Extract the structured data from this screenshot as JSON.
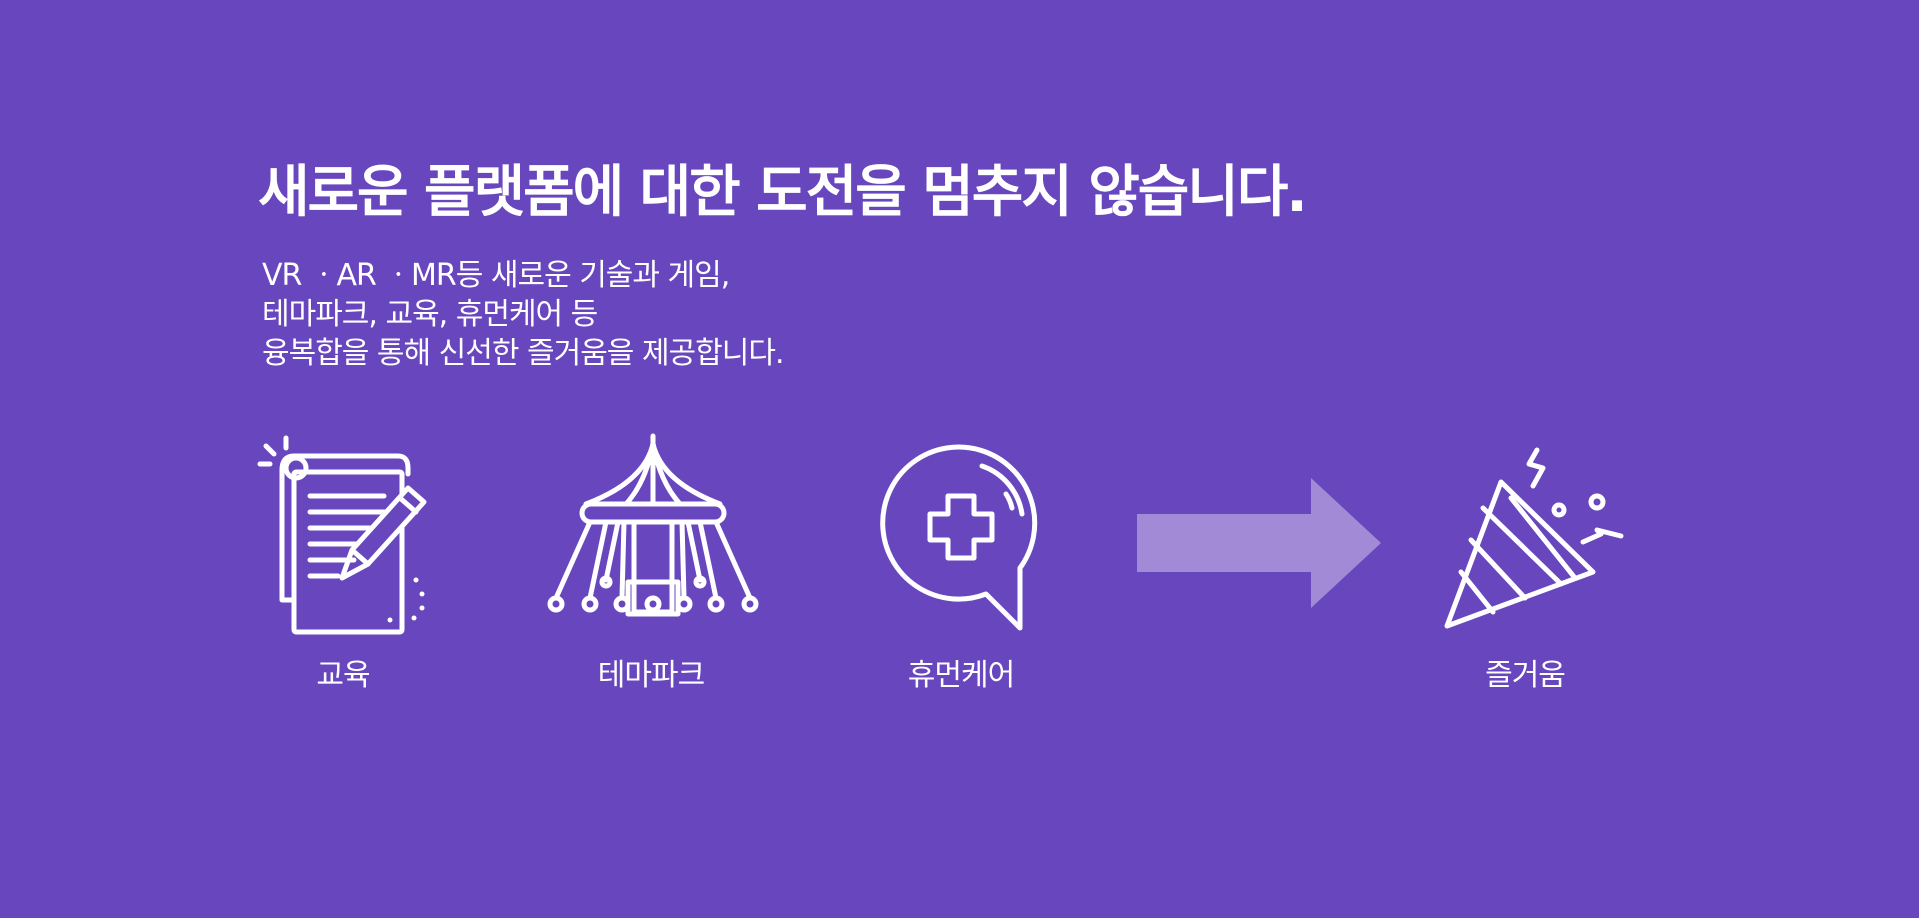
{
  "headline": "새로운 플랫폼에 대한 도전을 멈추지 않습니다.",
  "description": {
    "line1": "VR ㆍAR ㆍMR등 새로운 기술과 게임,",
    "line2": "테마파크, 교육, 휴먼케어 등",
    "line3": "융복합을 통해 신선한 즐거움을 제공합니다."
  },
  "items": [
    {
      "label": "교육",
      "icon": "document-pencil-icon"
    },
    {
      "label": "테마파크",
      "icon": "carousel-swing-ride-icon"
    },
    {
      "label": "휴먼케어",
      "icon": "medical-cross-speech-bubble-icon"
    },
    {
      "label": "즐거움",
      "icon": "party-popper-icon"
    }
  ],
  "colors": {
    "background": "#6847be",
    "arrow": "#a28ad6",
    "text": "#ffffff"
  }
}
